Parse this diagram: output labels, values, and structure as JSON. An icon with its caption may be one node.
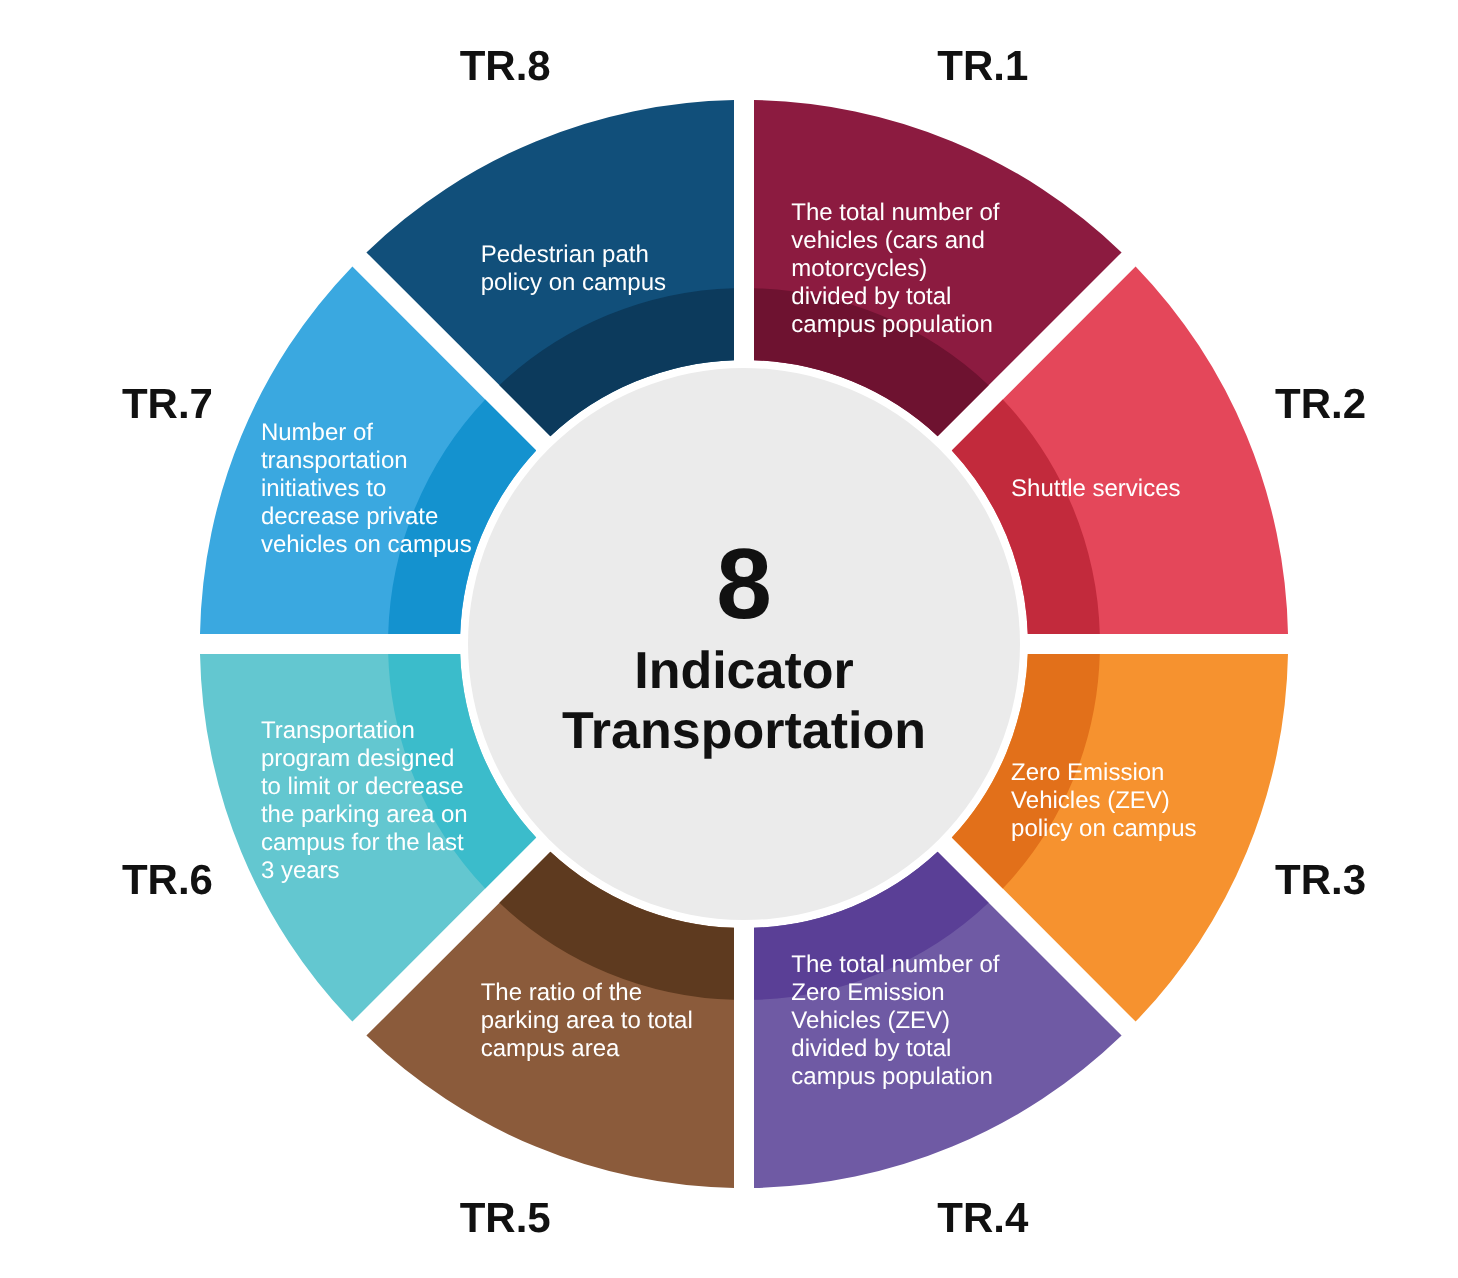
{
  "diagram": {
    "nodes": [
      {
        "text": [
          "8",
          "Indicator Transportation"
        ]
      },
      {
        "text": [
          "The total number of vehicles (cars and motorcycles) divided by total campus population"
        ],
        "beside": [
          "TR.1"
        ]
      },
      {
        "text": [
          "Shuttle services"
        ],
        "beside": [
          "TR.2"
        ]
      },
      {
        "text": [
          "Zero Emission Vehicles (ZEV) policy on campus"
        ],
        "beside": [
          "TR.3"
        ]
      },
      {
        "text": [
          "The total number of Zero Emission Vehicles (ZEV) divided by total campus population"
        ],
        "beside": [
          "TR.4"
        ]
      },
      {
        "text": [
          "The ratio of the parking area to total campus area"
        ],
        "beside": [
          "TR.5"
        ]
      },
      {
        "text": [
          "Transportation program designed to limit or decrease the parking area on campus for the last 3 years"
        ],
        "beside": [
          "TR.6"
        ]
      },
      {
        "text": [
          "Number of transportation initiatives to decrease private vehicles on campus"
        ],
        "beside": [
          "TR.7"
        ]
      },
      {
        "text": [
          "Pedestrian path policy on campus"
        ],
        "beside": [
          "TR.8"
        ]
      }
    ]
  }
}
